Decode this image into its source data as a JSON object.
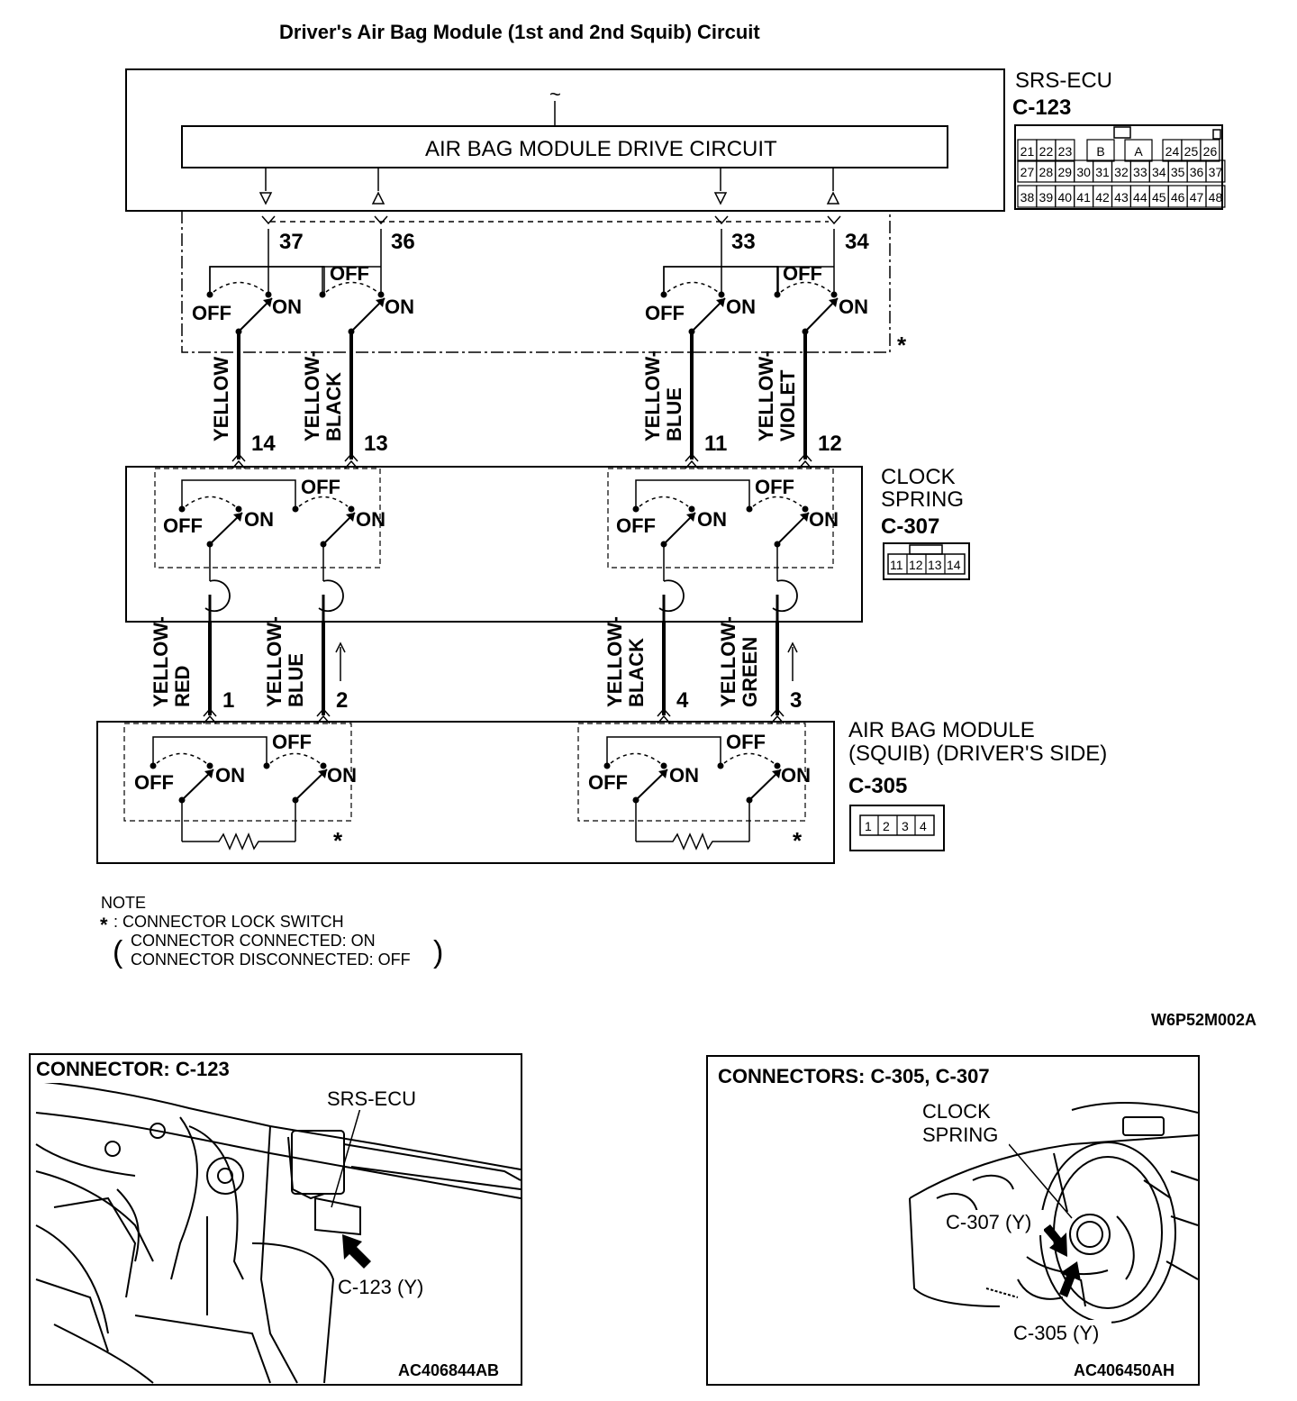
{
  "title": "Driver's Air Bag Module (1st and 2nd Squib) Circuit",
  "srs_ecu": {
    "name": "SRS-ECU",
    "connector": "C-123",
    "drive_circuit_label": "AIR BAG MODULE DRIVE CIRCUIT",
    "tilde": "~",
    "connector_face": {
      "row1": [
        "21",
        "22",
        "23",
        "B",
        "A",
        "24",
        "25",
        "26"
      ],
      "row2": [
        "27",
        "28",
        "29",
        "30",
        "31",
        "32",
        "33",
        "34",
        "35",
        "36",
        "37"
      ],
      "row3": [
        "38",
        "39",
        "40",
        "41",
        "42",
        "43",
        "44",
        "45",
        "46",
        "47",
        "48"
      ]
    }
  },
  "ecu_pins": [
    "37",
    "36",
    "33",
    "34"
  ],
  "switch_labels": {
    "off": "OFF",
    "on": "ON"
  },
  "asterisk": "*",
  "wires_upper": [
    {
      "pin": "14",
      "color": [
        "YELLOW"
      ]
    },
    {
      "pin": "13",
      "color": [
        "YELLOW-",
        "BLACK"
      ]
    },
    {
      "pin": "11",
      "color": [
        "YELLOW-",
        "BLUE"
      ]
    },
    {
      "pin": "12",
      "color": [
        "YELLOW-",
        "VIOLET"
      ]
    }
  ],
  "clock_spring": {
    "name_line1": "CLOCK",
    "name_line2": "SPRING",
    "connector": "C-307",
    "pins": [
      "11",
      "12",
      "13",
      "14"
    ]
  },
  "wires_lower": [
    {
      "pin": "1",
      "color": [
        "YELLOW-",
        "RED"
      ]
    },
    {
      "pin": "2",
      "color": [
        "YELLOW-",
        "BLUE"
      ]
    },
    {
      "pin": "4",
      "color": [
        "YELLOW-",
        "BLACK"
      ]
    },
    {
      "pin": "3",
      "color": [
        "YELLOW-",
        "GREEN"
      ]
    }
  ],
  "air_bag_module": {
    "name_line1": "AIR BAG MODULE",
    "name_line2": "(SQUIB) (DRIVER'S SIDE)",
    "connector": "C-305",
    "pins": [
      "1",
      "2",
      "3",
      "4"
    ]
  },
  "note": {
    "heading": "NOTE",
    "line1": ": CONNECTOR LOCK SWITCH",
    "line2": "CONNECTOR CONNECTED: ON",
    "line3": "CONNECTOR DISCONNECTED: OFF"
  },
  "figure_code": "W6P52M002A",
  "panel_left": {
    "title": "CONNECTOR: C-123",
    "label_ecu": "SRS-ECU",
    "label_connector": "C-123 (Y)",
    "code": "AC406844AB"
  },
  "panel_right": {
    "title": "CONNECTORS: C-305, C-307",
    "label_clock1": "CLOCK",
    "label_clock2": "SPRING",
    "label_c307": "C-307 (Y)",
    "label_c305": "C-305 (Y)",
    "code": "AC406450AH"
  }
}
